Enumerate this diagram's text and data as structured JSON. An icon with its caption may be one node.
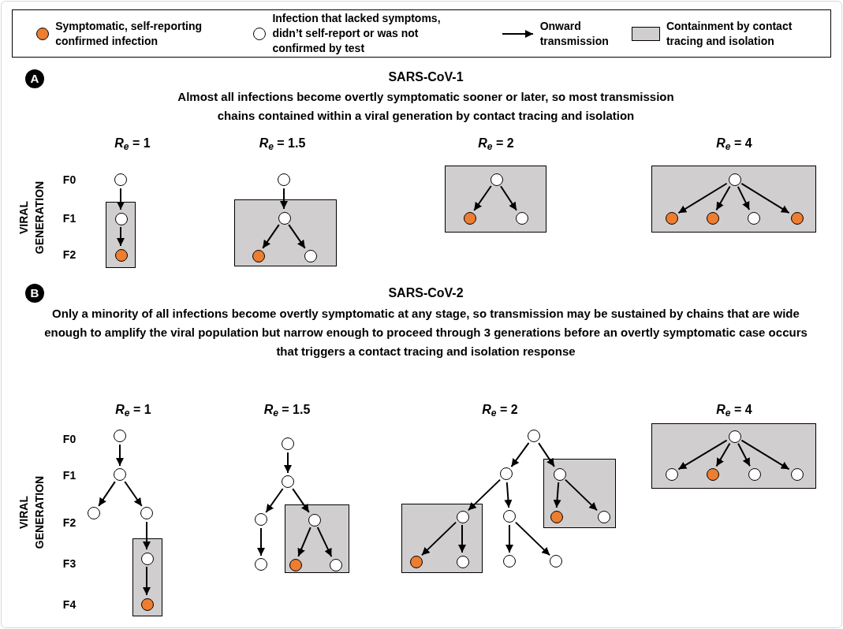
{
  "diagram": {
    "nodes": [
      {
        "text": [],
        "shape": "circle"
      },
      {
        "text": [],
        "shape": "box"
      },
      {
        "text": [],
        "shape": "circle",
        "in": 1
      },
      {
        "text": [],
        "shape": "circle",
        "in": 1
      },
      {
        "text": [],
        "shape": "circle"
      },
      {
        "text": [],
        "shape": "box"
      },
      {
        "text": [],
        "shape": "circle",
        "in": 5
      },
      {
        "text": [],
        "shape": "circle",
        "in": 5
      },
      {
        "text": [],
        "shape": "circle",
        "in": 5
      },
      {
        "text": [],
        "shape": "box"
      },
      {
        "text": [],
        "shape": "circle",
        "in": 9
      },
      {
        "text": [],
        "shape": "circle",
        "in": 9
      },
      {
        "text": [],
        "shape": "circle",
        "in": 9
      },
      {
        "text": [],
        "shape": "box"
      },
      {
        "text": [],
        "shape": "circle",
        "in": 13
      },
      {
        "text": [],
        "shape": "circle",
        "in": 13
      },
      {
        "text": [],
        "shape": "circle",
        "in": 13
      },
      {
        "text": [],
        "shape": "circle",
        "in": 13
      },
      {
        "text": [],
        "shape": "circle",
        "in": 13
      },
      {
        "text": [],
        "shape": "circle"
      },
      {
        "text": [],
        "shape": "circle"
      },
      {
        "text": [],
        "shape": "circle"
      },
      {
        "text": [],
        "shape": "circle"
      },
      {
        "text": [],
        "shape": "box"
      },
      {
        "text": [],
        "shape": "circle",
        "in": 23
      },
      {
        "text": [],
        "shape": "circle",
        "in": 23
      },
      {
        "text": [],
        "shape": "circle"
      },
      {
        "text": [],
        "shape": "circle"
      },
      {
        "text": [],
        "shape": "circle"
      },
      {
        "text": [],
        "shape": "box"
      },
      {
        "text": [],
        "shape": "circle",
        "in": 29
      },
      {
        "text": [],
        "shape": "circle",
        "in": 29
      },
      {
        "text": [],
        "shape": "circle",
        "in": 29
      },
      {
        "text": [],
        "shape": "circle"
      },
      {
        "text": [],
        "shape": "circle"
      },
      {
        "text": [],
        "shape": "circle"
      },
      {
        "text": [],
        "shape": "box"
      },
      {
        "text": [],
        "shape": "circle",
        "in": 36
      },
      {
        "text": [],
        "shape": "circle",
        "in": 36
      },
      {
        "text": [],
        "shape": "circle",
        "in": 36
      },
      {
        "text": [],
        "shape": "box"
      },
      {
        "text": [],
        "shape": "circle",
        "in": 40
      },
      {
        "text": [],
        "shape": "circle",
        "in": 40
      },
      {
        "text": [],
        "shape": "circle",
        "in": 40
      },
      {
        "text": [],
        "shape": "circle"
      },
      {
        "text": [],
        "shape": "circle"
      },
      {
        "text": [],
        "shape": "circle"
      },
      {
        "text": [],
        "shape": "box"
      },
      {
        "text": [],
        "shape": "circle",
        "in": 47
      },
      {
        "text": [],
        "shape": "circle",
        "in": 47
      },
      {
        "text": [],
        "shape": "circle",
        "in": 47
      },
      {
        "text": [],
        "shape": "circle",
        "in": 47
      },
      {
        "text": [],
        "shape": "circle",
        "in": 47
      }
    ],
    "edges": [
      {
        "from": 0,
        "to": 2,
        "arrow": "to"
      },
      {
        "from": 2,
        "to": 3,
        "arrow": "to"
      },
      {
        "from": 4,
        "to": 6,
        "arrow": "to"
      },
      {
        "from": 6,
        "to": 7,
        "arrow": "to"
      },
      {
        "from": 6,
        "to": 8,
        "arrow": "to"
      },
      {
        "from": 10,
        "to": 11,
        "arrow": "to"
      },
      {
        "from": 10,
        "to": 12,
        "arrow": "to"
      },
      {
        "from": 14,
        "to": 15,
        "arrow": "to"
      },
      {
        "from": 14,
        "to": 16,
        "arrow": "to"
      },
      {
        "from": 14,
        "to": 17,
        "arrow": "to"
      },
      {
        "from": 14,
        "to": 18,
        "arrow": "to"
      },
      {
        "from": 19,
        "to": 20,
        "arrow": "to"
      },
      {
        "from": 20,
        "to": 21,
        "arrow": "to"
      },
      {
        "from": 20,
        "to": 22,
        "arrow": "to"
      },
      {
        "from": 22,
        "to": 24,
        "arrow": "to"
      },
      {
        "from": 24,
        "to": 25,
        "arrow": "to"
      },
      {
        "from": 26,
        "to": 27,
        "arrow": "to"
      },
      {
        "from": 27,
        "to": 28,
        "arrow": "to"
      },
      {
        "from": 27,
        "to": 30,
        "arrow": "to"
      },
      {
        "from": 28,
        "to": 33,
        "arrow": "to"
      },
      {
        "from": 30,
        "to": 31,
        "arrow": "to"
      },
      {
        "from": 30,
        "to": 32,
        "arrow": "to"
      },
      {
        "from": 34,
        "to": 35,
        "arrow": "to"
      },
      {
        "from": 34,
        "to": 37,
        "arrow": "to"
      },
      {
        "from": 37,
        "to": 38,
        "arrow": "to"
      },
      {
        "from": 37,
        "to": 39,
        "arrow": "to"
      },
      {
        "from": 35,
        "to": 41,
        "arrow": "to"
      },
      {
        "from": 35,
        "to": 44,
        "arrow": "to"
      },
      {
        "from": 41,
        "to": 42,
        "arrow": "to"
      },
      {
        "from": 41,
        "to": 43,
        "arrow": "to"
      },
      {
        "from": 44,
        "to": 45,
        "arrow": "to"
      },
      {
        "from": 44,
        "to": 46,
        "arrow": "to"
      },
      {
        "from": 48,
        "to": 49,
        "arrow": "to"
      },
      {
        "from": 48,
        "to": 50,
        "arrow": "to"
      },
      {
        "from": 48,
        "to": 51,
        "arrow": "to"
      },
      {
        "from": 48,
        "to": 52,
        "arrow": "to"
      }
    ],
    "labels": [
      "A",
      "SARS-CoV-1",
      "Almost all infections become overtly symptomatic sooner or later, so most transmission chains contained within a viral generation by contact tracing and isolation",
      "*R*$_{e}$ = 1",
      "*R*$_{e}$ = 1.5",
      "*R*$_{e}$ = 2",
      "*R*$_{e}$ = 4",
      "F0",
      "F1",
      "F2",
      "VIRAL GENERATION",
      "B",
      "SARS-CoV-2",
      "Only a minority of all infections become overtly symptomatic at any stage, so transmission may be sustained by chains that are wide enough to amplify the viral population but narrow enough to proceed through 3 generations before an overtly symptomatic case occurs that triggers a contact tracing and isolation response",
      "*R*$_{e}$ = 1",
      "*R*$_{e}$ = 1.5",
      "*R*$_{e}$ = 2",
      "*R*$_{e}$ = 4",
      "F0",
      "F1",
      "F2",
      "F3",
      "F4",
      "VIRAL GENERATION"
    ],
    "legend": [
      {
        "text": "Symptomatic, self-reporting confirmed infection",
        "color": "#ed7d31"
      },
      {
        "text": "Infection that lacked symptoms, didn’t self-report or was not confirmed by test"
      },
      {
        "text": "Onward transmission"
      },
      {
        "text": "Containment by contact tracing and isolation",
        "color": "#d0cece"
      }
    ]
  }
}
